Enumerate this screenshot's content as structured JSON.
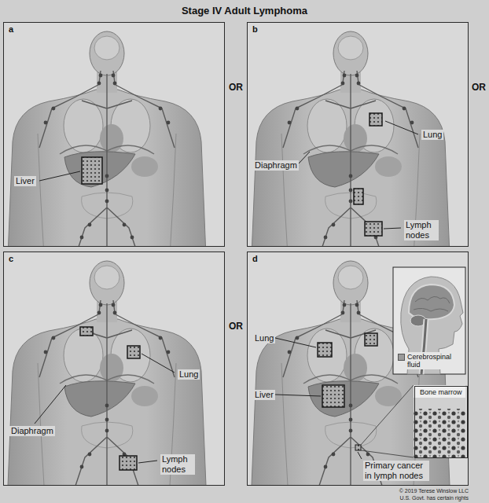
{
  "diagram": {
    "title": "Stage IV Adult Lymphoma",
    "nodes": [
      {
        "text": [
          "a"
        ]
      },
      {
        "text": [
          "b"
        ]
      },
      {
        "text": [
          "c"
        ]
      },
      {
        "text": [
          "d"
        ]
      },
      {
        "text": [
          "Bone marrow"
        ],
        "in": 3
      }
    ],
    "labels": [
      "OR",
      "OR",
      "Liver",
      "Lung",
      "Diaphragm",
      "Lymph nodes",
      "OR",
      "Lung",
      "Diaphragm",
      "Lymph nodes",
      "Lung",
      "Liver",
      "Primary cancer in lymph nodes",
      "© 2019 Terese Winslow LLC",
      "U.S. Govt. has certain rights"
    ],
    "legend": [
      {
        "text": "Cerebrospinal fluid",
        "color": "#9a9a9a"
      }
    ]
  }
}
